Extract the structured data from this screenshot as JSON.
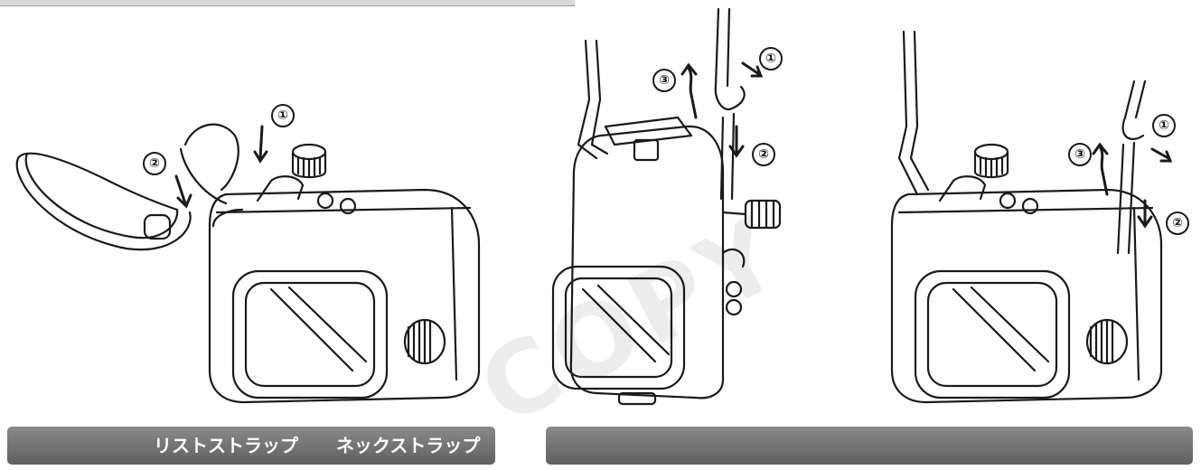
{
  "steps": {
    "one": "①",
    "two": "②",
    "three": "③"
  },
  "captions": {
    "wrist_strap": "リストストラップ",
    "neck_strap": "ネックストラップ"
  },
  "colors": {
    "line": "#1a1a1a",
    "caption_bar": "#6e6e6e",
    "caption_text": "#ffffff"
  },
  "icons": {
    "arrow": "curved-arrow-icon",
    "camera": "camera-housing-icon"
  }
}
